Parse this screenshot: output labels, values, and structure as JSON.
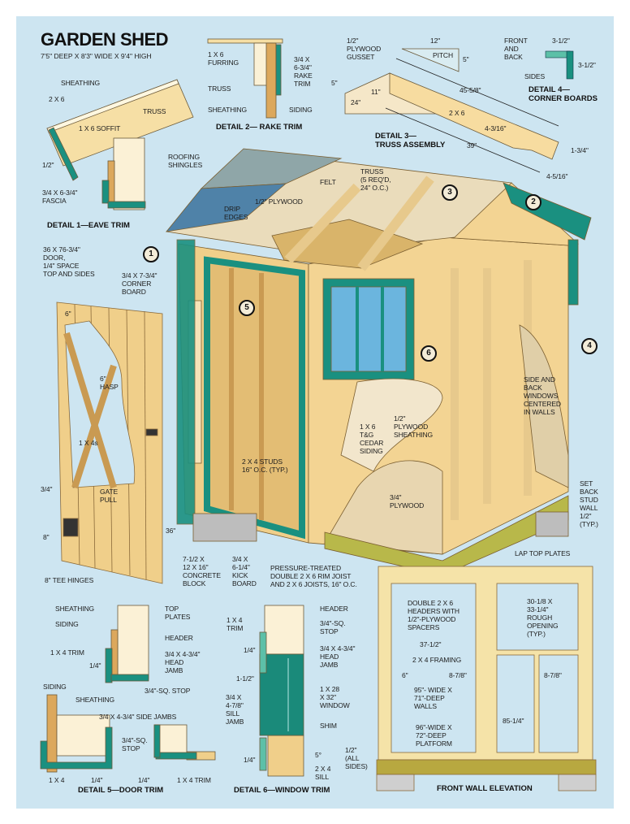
{
  "title": "GARDEN SHED",
  "subtitle": "7'5\" DEEP X 8'3\" WIDE X 9'4\" HIGH",
  "colors": {
    "background": "#cde5f1",
    "trim": "#1a9080",
    "wood": "#f0cf8a",
    "glass": "#6bb5de",
    "shingles": "#8fa6a8",
    "platform": "#b8b84a"
  },
  "detail1": {
    "caption": "DETAIL 1—EAVE TRIM",
    "labels": [
      "SHEATHING",
      "2 X 6",
      "TRUSS",
      "1 X 6 SOFFIT",
      "1/2\"",
      "3/4 X 6-3/4\"\nFASCIA"
    ]
  },
  "detail2": {
    "caption": "DETAIL 2— RAKE TRIM",
    "labels": [
      "1 X 6\nFURRING",
      "TRUSS",
      "3/4 X\n6-3/4\"\nRAKE\nTRIM",
      "SHEATHING",
      "SIDING"
    ]
  },
  "detail3": {
    "caption": "DETAIL 3—\nTRUSS ASSEMBLY",
    "labels": [
      "1/2\"\nPLYWOOD\nGUSSET",
      "12\"",
      "PITCH",
      "5\"",
      "5\"",
      "11\"",
      "24\"",
      "45-5/8\"",
      "2 X 6",
      "4-3/16\"",
      "39\"",
      "1-3/4\"",
      "4-5/16\""
    ]
  },
  "detail4": {
    "caption": "DETAIL 4—\nCORNER BOARDS",
    "labels": [
      "FRONT\nAND\nBACK",
      "3-1/2\"",
      "3-1/2\"",
      "SIDES"
    ]
  },
  "main": {
    "labels": [
      "ROOFING\nSHINGLES",
      "FELT",
      "TRUSS\n(5 REQ'D,\n24\" O.C.)",
      "1/2\" PLYWOOD",
      "DRIP\nEDGES",
      "36 X 76-3/4\"\nDOOR,\n1/4\" SPACE\nTOP AND SIDES",
      "3/4 X 7-3/4\"\nCORNER\nBOARD",
      "6\"",
      "6\"\nHASP",
      "1 X 4s",
      "3/4\"",
      "GATE\nPULL",
      "8\"",
      "36\"",
      "8\" TEE HINGES",
      "2 X 4 STUDS\n16\" O.C. (TYP.)",
      "7-1/2 X\n12 X 16\"\nCONCRETE\nBLOCK",
      "3/4 X\n6-1/4\"\nKICK\nBOARD",
      "PRESSURE-TREATED\nDOUBLE 2 X 6 RIM JOIST\nAND 2 X 6 JOISTS, 16\" O.C.",
      "1 X 6\nT&G\nCEDAR\nSIDING",
      "1/2\"\nPLYWOOD\nSHEATHING",
      "3/4\"\nPLYWOOD",
      "SIDE AND\nBACK\nWINDOWS\nCENTERED\nIN WALLS",
      "SET\nBACK\nSTUD\nWALL\n1/2\"\n(TYP.)"
    ],
    "callouts": [
      "1",
      "2",
      "3",
      "4",
      "5",
      "6"
    ]
  },
  "detail5": {
    "caption": "DETAIL 5—DOOR TRIM",
    "labels": [
      "SHEATHING",
      "SIDING",
      "TOP\nPLATES",
      "HEADER",
      "1 X 4 TRIM",
      "3/4 X 4-3/4\"\nHEAD\nJAMB",
      "1/4\"",
      "3/4\"-SQ. STOP",
      "SIDING",
      "SHEATHING",
      "3/4 X 4-3/4\" SIDE JAMBS",
      "3/4\"-SQ.\nSTOP",
      "1 X 4",
      "1/4\"",
      "1/4\"",
      "1 X 4 TRIM"
    ]
  },
  "detail6": {
    "caption": "DETAIL 6—WINDOW TRIM",
    "labels": [
      "1 X 4\nTRIM",
      "1/4\"",
      "1-1/2\"",
      "3/4 X\n4-7/8\"\nSILL\nJAMB",
      "1/4\"",
      "HEADER",
      "3/4\"-SQ.\nSTOP",
      "3/4 X 4-3/4\"\nHEAD\nJAMB",
      "1 X 28\nX 32\"\nWINDOW",
      "SHIM",
      "5°",
      "2 X 4\nSILL",
      "1/2\"\n(ALL\nSIDES)"
    ]
  },
  "front_wall": {
    "caption": "FRONT WALL ELEVATION",
    "labels": [
      "LAP TOP PLATES",
      "DOUBLE 2 X 6\nHEADERS WITH\n1/2\"-PLYWOOD\nSPACERS",
      "30-1/8 X\n33-1/4\"\nROUGH\nOPENING\n(TYP.)",
      "37-1/2\"",
      "2 X 4 FRAMING",
      "6\"",
      "8-7/8\"",
      "8-7/8\"",
      "95\"- WIDE X\n71\"-DEEP\nWALLS",
      "85-1/4\"",
      "96\"-WIDE X\n72\"-DEEP\nPLATFORM"
    ]
  }
}
